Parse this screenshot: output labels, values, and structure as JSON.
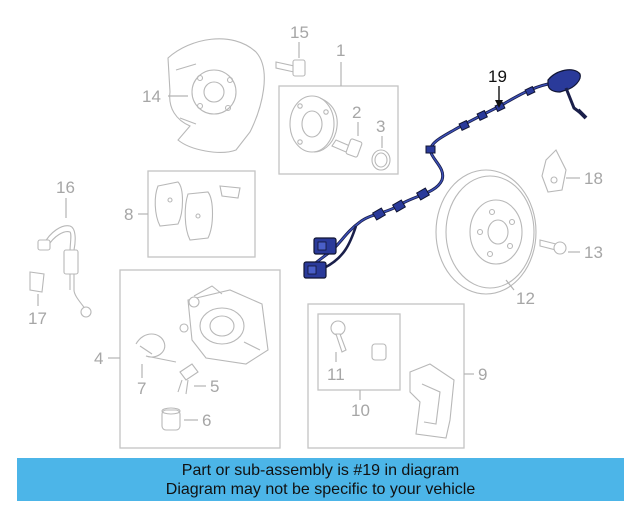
{
  "callouts": {
    "c1": "1",
    "c2": "2",
    "c3": "3",
    "c4": "4",
    "c5": "5",
    "c6": "6",
    "c7": "7",
    "c8": "8",
    "c9": "9",
    "c10": "10",
    "c11": "11",
    "c12": "12",
    "c13": "13",
    "c14": "14",
    "c15": "15",
    "c16": "16",
    "c17": "17",
    "c18": "18",
    "c19": "19"
  },
  "highlight_part": "19",
  "colors": {
    "banner": "#4cb5e8",
    "highlight": "#2a3a9a",
    "parts": "#b8b8b8"
  },
  "banner": {
    "line1": "Part or sub-assembly is #19 in diagram",
    "line2": "Diagram may not be specific to your vehicle"
  }
}
